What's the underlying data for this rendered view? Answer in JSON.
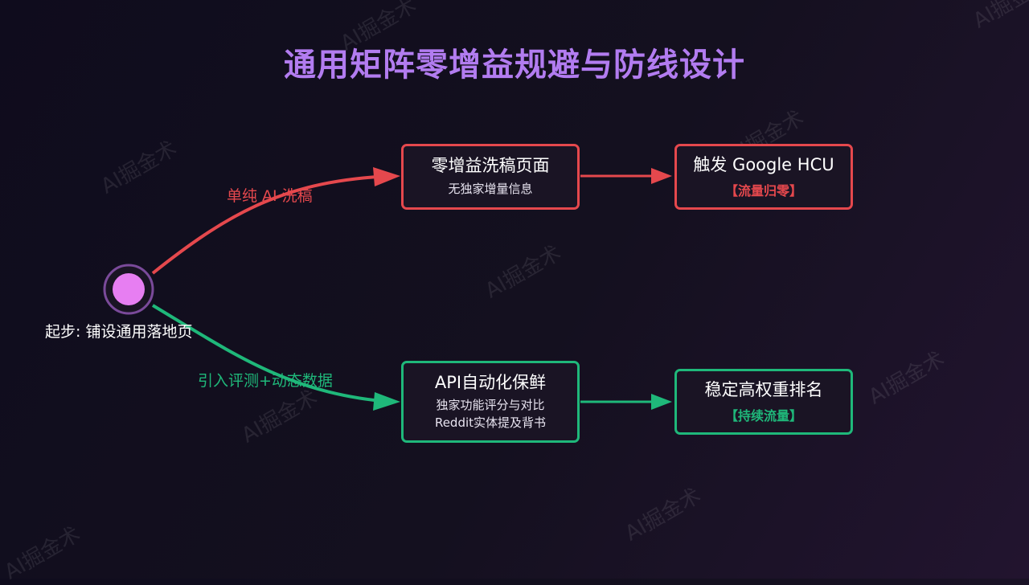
{
  "title": "通用矩阵零增益规避与防线设计",
  "watermark": "AI掘金术",
  "start": {
    "label": "起步: 铺设通用落地页"
  },
  "red_path": {
    "edge_label": "单纯 AI 洗稿",
    "box1": {
      "main": "零增益洗稿页面",
      "sub": "无独家增量信息"
    },
    "box2": {
      "main": "触发 Google HCU",
      "tag": "【流量归零】"
    }
  },
  "green_path": {
    "edge_label": "引入评测+动态数据",
    "box1": {
      "main": "API自动化保鲜",
      "sub1": "独家功能评分与对比",
      "sub2": "Reddit实体提及背书"
    },
    "box2": {
      "main": "稳定高权重排名",
      "tag": "【持续流量】"
    }
  },
  "colors": {
    "red": "#e5484d",
    "green": "#1fb87a",
    "title": "#b27cf0",
    "node": "#e77ef2"
  }
}
